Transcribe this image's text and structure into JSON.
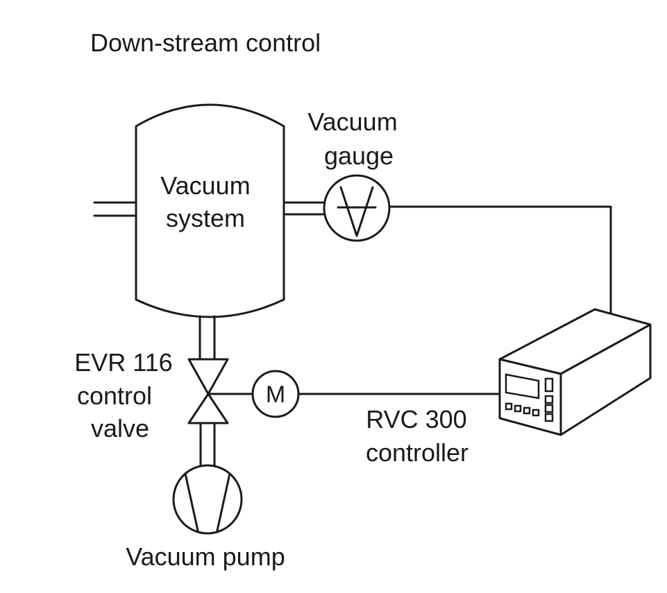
{
  "title": "Down-stream control",
  "labels": {
    "vacuum_system": [
      "Vacuum",
      "system"
    ],
    "vacuum_gauge": [
      "Vacuum",
      "gauge"
    ],
    "control_valve": [
      "EVR 116",
      "control",
      "valve"
    ],
    "motor": "M",
    "controller": [
      "RVC 300",
      "controller"
    ],
    "vacuum_pump": "Vacuum pump"
  },
  "colors": {
    "line": "#1a1a1a",
    "background": "#ffffff"
  }
}
